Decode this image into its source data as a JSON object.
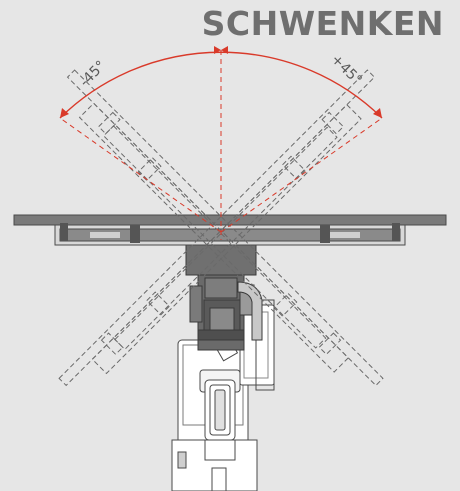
{
  "title": "SCHWENKEN",
  "angles": {
    "negative_label": "-45°",
    "positive_label": "+45°"
  },
  "colors": {
    "background": "#e6e6e6",
    "title": "#6f6f6f",
    "arc": "#d93a2a",
    "machine_fill": "#ffffff",
    "machine_stroke": "#4a4a4a",
    "dark_part": "#555555",
    "beam": "#7a7a7a"
  }
}
